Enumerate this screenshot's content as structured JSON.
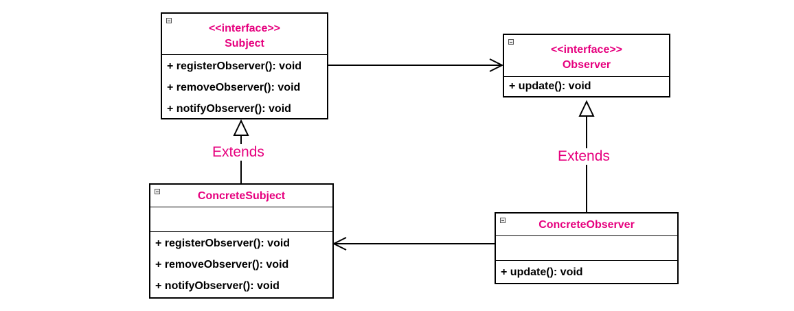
{
  "colors": {
    "accent": "#e6007e",
    "line": "#000000",
    "background": "#ffffff"
  },
  "classes": {
    "subject": {
      "stereotype": "<<interface>>",
      "name": "Subject",
      "operations": [
        "+ registerObserver(): void",
        "+ removeObserver(): void",
        "+ notifyObserver(): void"
      ]
    },
    "observer": {
      "stereotype": "<<interface>>",
      "name": "Observer",
      "operations": [
        "+ update(): void"
      ]
    },
    "concrete_subject": {
      "name": "ConcreteSubject",
      "operations": [
        "+ registerObserver(): void",
        "+ removeObserver(): void",
        "+ notifyObserver(): void"
      ]
    },
    "concrete_observer": {
      "name": "ConcreteObserver",
      "operations": [
        "+ update(): void"
      ]
    }
  },
  "relations": {
    "subject_extends": {
      "label": "Extends"
    },
    "observer_extends": {
      "label": "Extends"
    }
  },
  "icons": {
    "collapse": "collapse-square-icon",
    "association": "open-arrow-icon",
    "generalization": "hollow-triangle-icon"
  }
}
